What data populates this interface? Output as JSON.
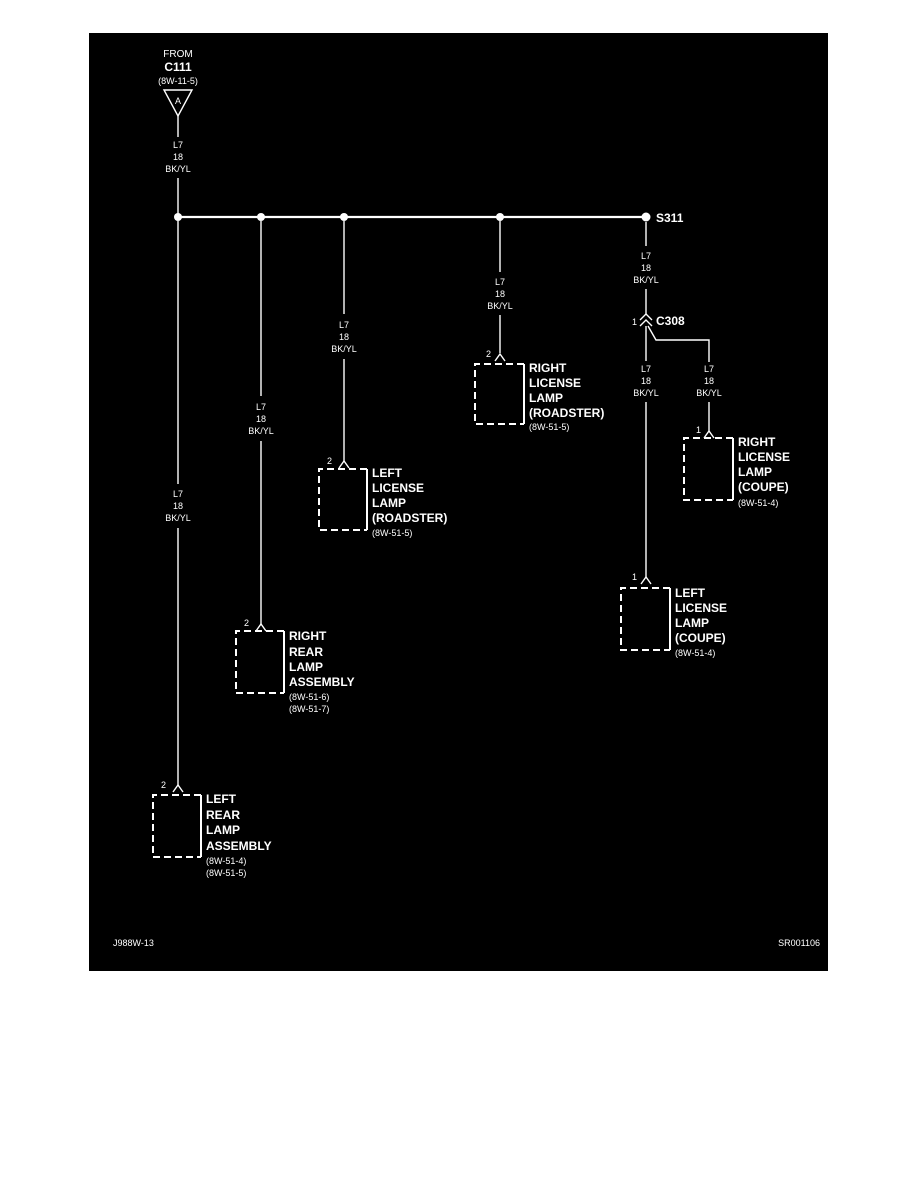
{
  "source": {
    "from": "FROM",
    "connector": "C111",
    "ref": "(8W-11-5)",
    "marker": "A"
  },
  "wire_spec": {
    "circuit": "L7",
    "gauge": "18",
    "color": "BK/YL"
  },
  "splice": "S311",
  "connector": {
    "name": "C308",
    "pin": "1"
  },
  "components": {
    "right_license_roadster": {
      "pin": "2",
      "lines": [
        "RIGHT",
        "LICENSE",
        "LAMP",
        "(ROADSTER)"
      ],
      "refs": [
        "(8W-51-5)"
      ]
    },
    "left_license_roadster": {
      "pin": "2",
      "lines": [
        "LEFT",
        "LICENSE",
        "LAMP",
        "(ROADSTER)"
      ],
      "refs": [
        "(8W-51-5)"
      ]
    },
    "right_license_coupe": {
      "pin": "1",
      "lines": [
        "RIGHT",
        "LICENSE",
        "LAMP",
        "(COUPE)"
      ],
      "refs": [
        "(8W-51-4)"
      ]
    },
    "left_license_coupe": {
      "pin": "1",
      "lines": [
        "LEFT",
        "LICENSE",
        "LAMP",
        "(COUPE)"
      ],
      "refs": [
        "(8W-51-4)"
      ]
    },
    "right_rear_lamp": {
      "pin": "2",
      "lines": [
        "RIGHT",
        "REAR",
        "LAMP",
        "ASSEMBLY"
      ],
      "refs": [
        "(8W-51-6)",
        "(8W-51-7)"
      ]
    },
    "left_rear_lamp": {
      "pin": "2",
      "lines": [
        "LEFT",
        "REAR",
        "LAMP",
        "ASSEMBLY"
      ],
      "refs": [
        "(8W-51-4)",
        "(8W-51-5)"
      ]
    }
  },
  "footer": {
    "left_code": "J988W-13",
    "right_code": "SR001106"
  },
  "colors": {
    "background": "#000000",
    "foreground": "#ffffff",
    "page": "#ffffff"
  }
}
